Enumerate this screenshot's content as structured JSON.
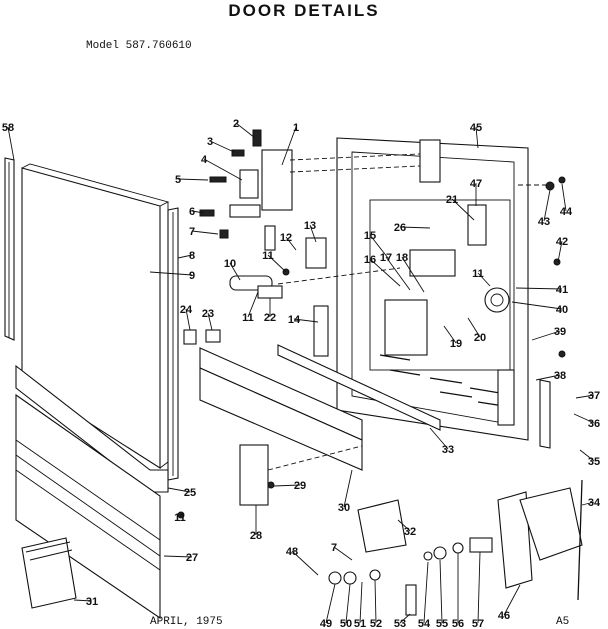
{
  "title": "DOOR DETAILS",
  "model": "Model 587.760610",
  "footer_date": "APRIL, 1975",
  "footer_code": "A5",
  "labels": [
    "58",
    "1",
    "2",
    "3",
    "4",
    "5",
    "6",
    "7",
    "8",
    "9",
    "10",
    "11",
    "12",
    "13",
    "14",
    "15",
    "16",
    "17",
    "18",
    "19",
    "20",
    "21",
    "22",
    "23",
    "24",
    "25",
    "26",
    "27",
    "28",
    "29",
    "30",
    "31",
    "32",
    "33",
    "34",
    "35",
    "36",
    "37",
    "38",
    "39",
    "40",
    "41",
    "42",
    "43",
    "44",
    "45",
    "46",
    "47",
    "48",
    "49",
    "50",
    "51",
    "52",
    "53",
    "54",
    "55",
    "56",
    "57",
    "7",
    "11",
    "11",
    "11"
  ]
}
